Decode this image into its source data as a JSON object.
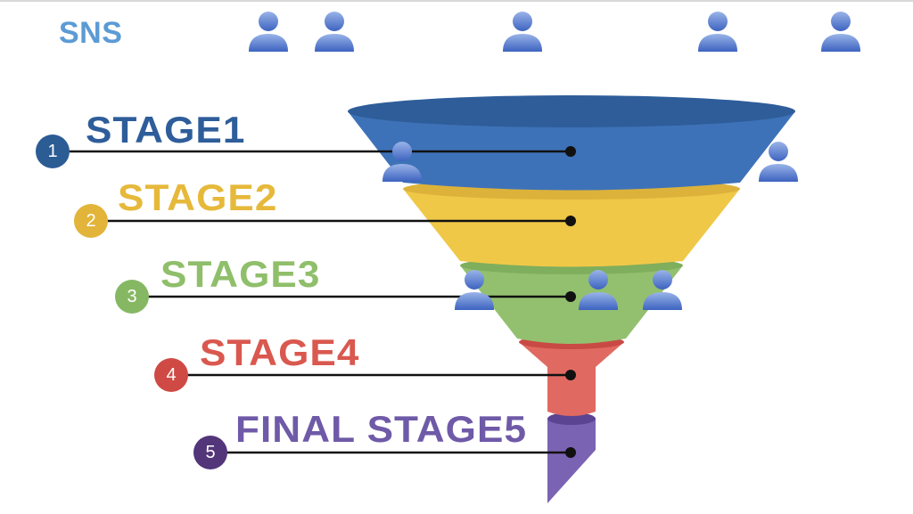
{
  "header": {
    "title": "SNS"
  },
  "stages": [
    {
      "number": "1",
      "label": "STAGE1",
      "color": "#2e5d9a",
      "badge_color": "#2b5c94"
    },
    {
      "number": "2",
      "label": "STAGE2",
      "color": "#e6b93b",
      "badge_color": "#e3b43a"
    },
    {
      "number": "3",
      "label": "STAGE3",
      "color": "#8fbf6a",
      "badge_color": "#86b864"
    },
    {
      "number": "4",
      "label": "STAGE4",
      "color": "#d9584f",
      "badge_color": "#cf4a44"
    },
    {
      "number": "5",
      "label": "FINAL STAGE5",
      "color": "#6f5aa8",
      "badge_color": "#53357a"
    }
  ],
  "icons": {
    "person": "user-icon"
  }
}
